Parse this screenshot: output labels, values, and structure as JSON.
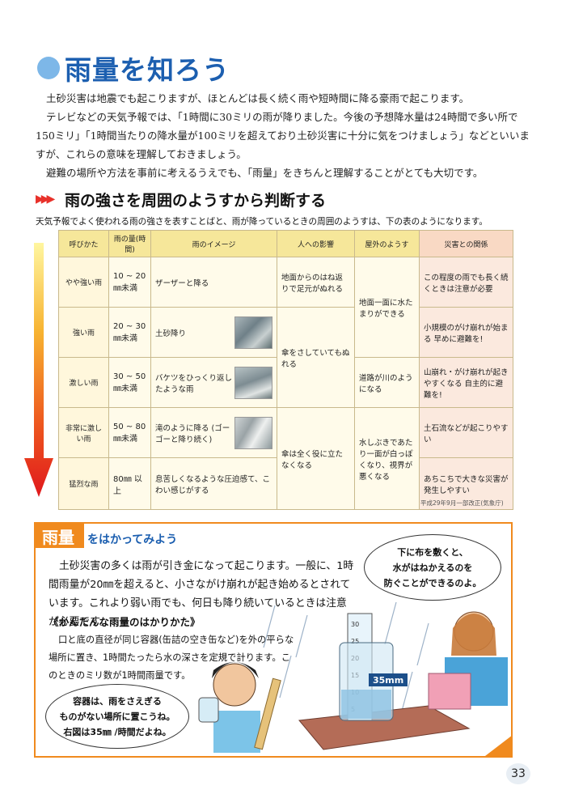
{
  "title": "雨量を知ろう",
  "intro": [
    "土砂災害は地震でも起こりますが、ほとんどは長く続く雨や短時間に降る豪雨で起こります。",
    "テレビなどの天気予報では、「1時間に30ミリの雨が降りました。今後の予想降水量は24時間で多い所で150ミリ」「1時間当たりの降水量が100ミリを超えており土砂災害に十分に気をつけましょう」などといいますが、これらの意味を理解しておきましょう。",
    "避難の場所や方法を事前に考えるうえでも、「雨量」をきちんと理解することがとても大切です。"
  ],
  "section": {
    "arrows": "▶▶▶",
    "title": "雨の強さを周囲のようすから判断する",
    "desc": "天気予報でよく使われる雨の強さを表すことばと、雨が降っているときの周囲のようすは、下の表のようになります。"
  },
  "table": {
    "headers": [
      "呼びかた",
      "雨の量(時間)",
      "雨のイメージ",
      "人への影響",
      "屋外のようす",
      "災害との関係"
    ],
    "rows": [
      {
        "name": "やや強い雨",
        "amount": "10 ~ 20㎜未満",
        "image": "ザーザーと降る",
        "person": "地面からのはね返りで足元がぬれる",
        "outdoor": "地面一面に水たまりができる",
        "disaster": "この程度の雨でも長く続くときは注意が必要"
      },
      {
        "name": "強い雨",
        "amount": "20 ~ 30㎜未満",
        "image": "土砂降り",
        "person": "傘をさしていてもぬれる",
        "disaster": "小規模のがけ崩れが始まる 早めに避難を!"
      },
      {
        "name": "激しい雨",
        "amount": "30 ~ 50㎜未満",
        "image": "バケツをひっくり返したような雨",
        "outdoor": "道路が川のようになる",
        "disaster": "山崩れ・がけ崩れが起きやすくなる 自主的に避難を!"
      },
      {
        "name": "非常に激しい雨",
        "amount": "50 ~ 80㎜未満",
        "image": "滝のように降る (ゴーゴーと降り続く)",
        "person": "傘は全く役に立たなくなる",
        "outdoor": "水しぶきであたり一面が白っぽくなり、視界が悪くなる",
        "disaster": "土石流などが起こりやすい"
      },
      {
        "name": "猛烈な雨",
        "amount": "80㎜ 以上",
        "image": "息苦しくなるような圧迫感て、こわい感じがする",
        "disaster": "あちこちで大きな災害が発生しやすい"
      }
    ],
    "source": "平成29年9月一部改正(気象庁)"
  },
  "measure": {
    "tab": "雨量",
    "subtitle": "をはかってみよう",
    "body": "土砂災害の多くは雨が引き金になって起こります。一般に、1時間雨量が20㎜を超えると、小さながけ崩れが起き始めるとされています。これより弱い雨でも、何日も降り続いているときは注意が必要です。",
    "simple_title": "《かんたんな雨量のはかりかた》",
    "simple_body": "口と底の直径が同じ容器(缶詰の空き缶など)を外の平らな場所に置き、1時間たったら水の深さを定規で計ります。このときのミリ数が1時間雨量です。",
    "bubble_right": [
      "下に布を敷くと、",
      "水がはねかえるのを",
      "防ぐことができるのよ。"
    ],
    "bubble_left": [
      "容器は、雨をさえぎる",
      "ものがない場所に置こうね。",
      "右図は35㎜ /時間だよね。"
    ],
    "gauge_label": "35mm",
    "ruler_ticks": [
      "30",
      "25",
      "20",
      "15",
      "10",
      "5"
    ]
  },
  "page_number": "33"
}
